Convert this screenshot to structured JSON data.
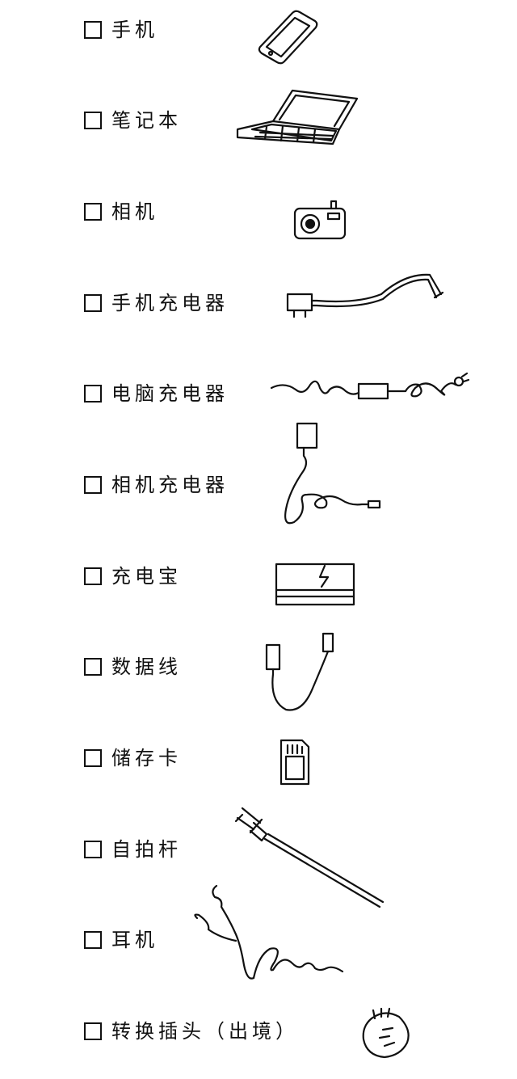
{
  "items": [
    {
      "label": "手机",
      "icon": "phone-icon"
    },
    {
      "label": "笔记本",
      "icon": "laptop-icon"
    },
    {
      "label": "相机",
      "icon": "camera-icon"
    },
    {
      "label": "手机充电器",
      "icon": "phone-charger-icon"
    },
    {
      "label": "电脑充电器",
      "icon": "laptop-charger-icon"
    },
    {
      "label": "相机充电器",
      "icon": "camera-charger-icon"
    },
    {
      "label": "充电宝",
      "icon": "power-bank-icon"
    },
    {
      "label": "数据线",
      "icon": "data-cable-icon"
    },
    {
      "label": "储存卡",
      "icon": "memory-card-icon"
    },
    {
      "label": "自拍杆",
      "icon": "selfie-stick-icon"
    },
    {
      "label": "耳机",
      "icon": "earphones-icon"
    },
    {
      "label": "转换插头（出境）",
      "icon": "travel-adapter-icon"
    }
  ]
}
